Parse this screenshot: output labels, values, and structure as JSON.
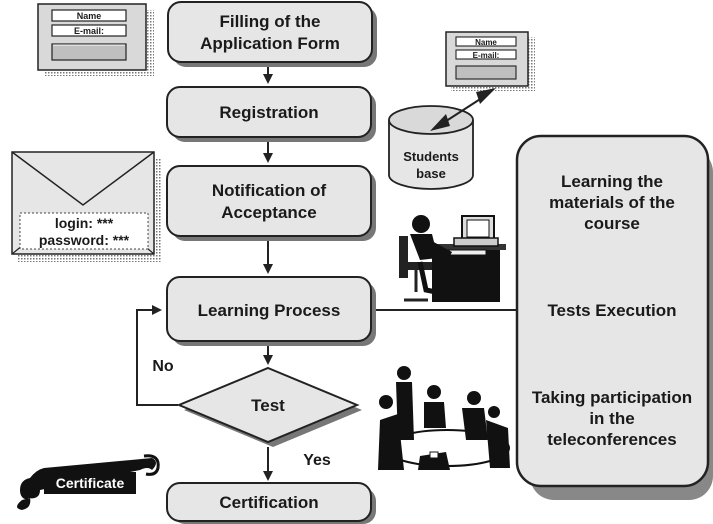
{
  "steps": {
    "application_form": [
      "Filling of the",
      "Application Form"
    ],
    "registration": "Registration",
    "notification": [
      "Notification of",
      "Acceptance"
    ],
    "learning_process": "Learning Process",
    "test": "Test",
    "certification": "Certification"
  },
  "branches": {
    "no": "No",
    "yes": "Yes"
  },
  "side_panel": {
    "item_1": [
      "Learning the",
      "materials of the",
      "course"
    ],
    "item_2": "Tests Execution",
    "item_3": [
      "Taking participation",
      "in the",
      "teleconferences"
    ]
  },
  "form_widget_left": {
    "field_1": "Name",
    "field_2": "E-mail:"
  },
  "form_widget_right": {
    "field_1": "Name",
    "field_2": "E-mail:"
  },
  "database": [
    "Students",
    "base"
  ],
  "envelope": {
    "line_1": "login: ***",
    "line_2": "password: ***"
  },
  "certificate_label": "Certificate",
  "colors": {
    "box_fill": "#e6e6e6",
    "stroke": "#222222",
    "shadow": "#9a9a9a"
  },
  "icons": [
    "form-icon",
    "database-icon",
    "envelope-icon",
    "computer-user-icon",
    "meeting-icon",
    "certificate-scroll-icon"
  ]
}
